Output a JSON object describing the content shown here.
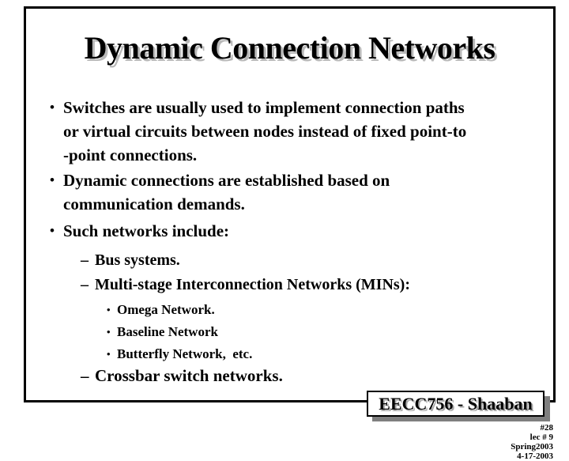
{
  "slide": {
    "title": "Dynamic Connection Networks",
    "content": {
      "items": [
        {
          "marker": "•",
          "lines": [
            "Switches are usually used to implement connection paths",
            "or virtual circuits between nodes instead of fixed point-to",
            "-point connections."
          ]
        },
        {
          "marker": "•",
          "lines": [
            "Dynamic connections are established based on",
            "communication demands."
          ]
        },
        {
          "marker": "•",
          "lines": [
            "Such networks include:"
          ]
        },
        {
          "marker": "–",
          "lines": [
            "Bus systems."
          ]
        },
        {
          "marker": "–",
          "lines": [
            "Multi-stage Interconnection Networks (MINs):"
          ]
        },
        {
          "marker": "•",
          "lines": [
            "Omega Network."
          ]
        },
        {
          "marker": "•",
          "lines": [
            "Baseline Network"
          ]
        },
        {
          "marker": "•",
          "lines": [
            "Butterfly Network,  etc."
          ]
        },
        {
          "marker": "–",
          "lines": [
            "Crossbar switch networks."
          ]
        }
      ]
    },
    "footer": {
      "course": "EECC756 - Shaaban",
      "page": "#28",
      "lecture": "lec # 9",
      "term": "Spring2003",
      "date": "4-17-2003"
    },
    "colors": {
      "text": "#000000",
      "border": "#000000",
      "title_shadow": "#b9b9b9",
      "footer_box_shadow": "#7f7f7f",
      "background": "#ffffff"
    }
  }
}
